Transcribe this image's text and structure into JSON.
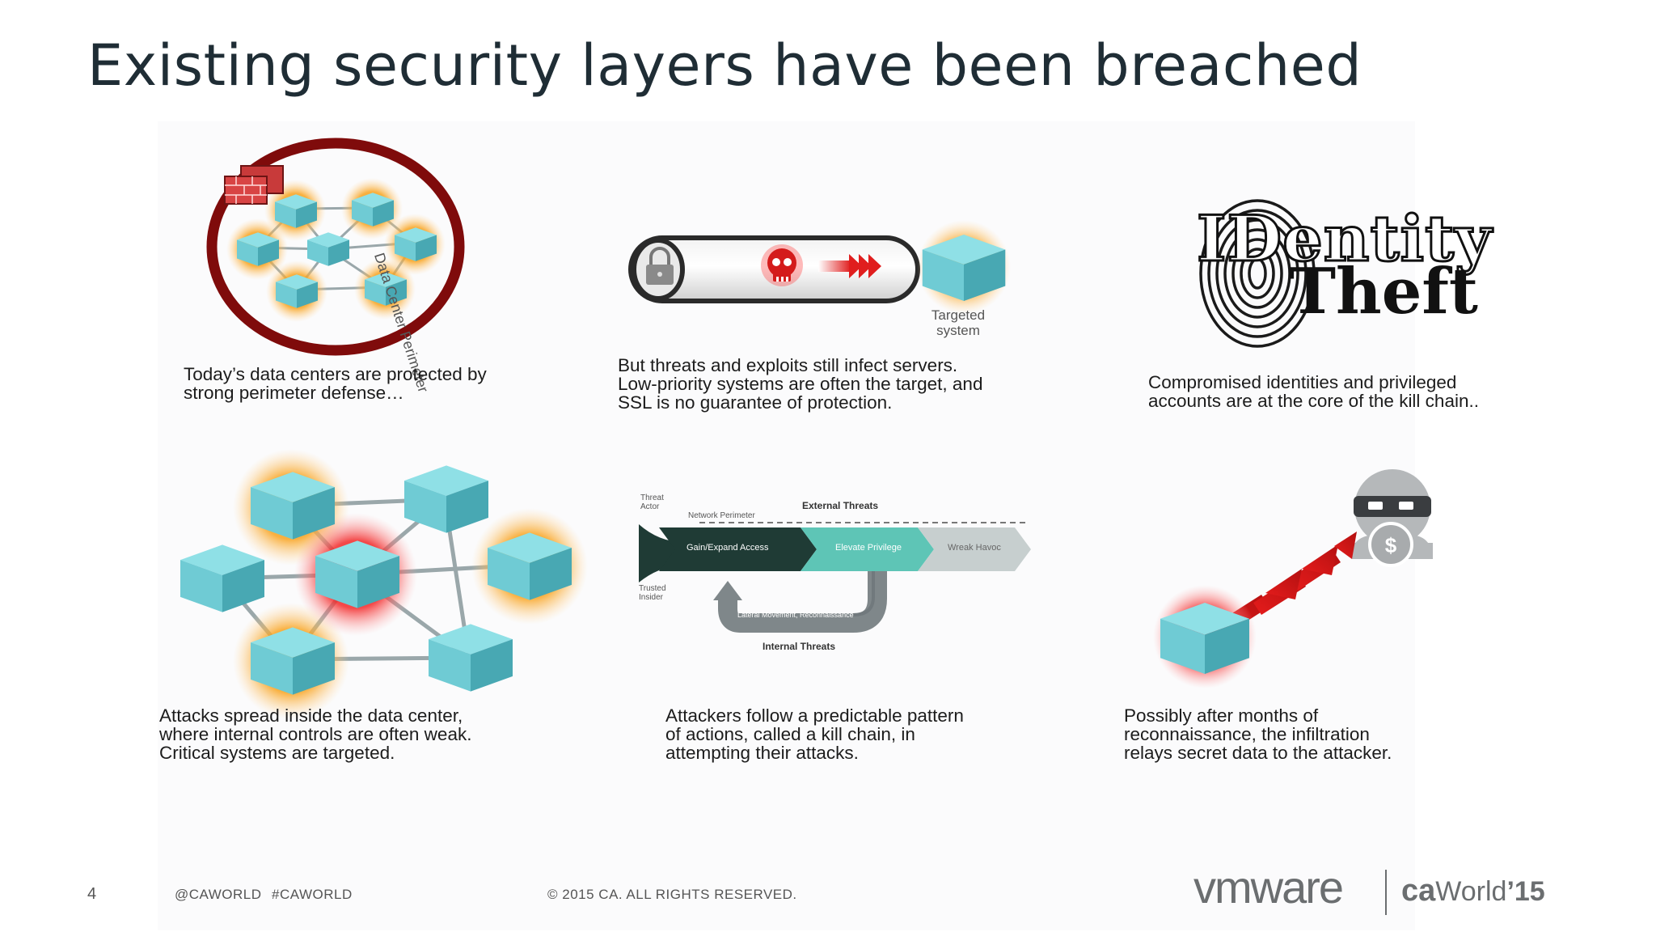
{
  "slide": {
    "title": "Existing security layers have been breached"
  },
  "panels": {
    "perimeter": {
      "caption": "Today’s data centers are protected by\nstrong perimeter defense…",
      "ring_label": "Data Center Perimeter"
    },
    "tunnel": {
      "caption": "But threats and exploits still infect servers.\nLow-priority systems are often the target, and\nSSL is no guarantee of protection.",
      "target_label_line1": "Targeted",
      "target_label_line2": "system"
    },
    "identity": {
      "caption": "Compromised identities and privileged\naccounts are at the core of the kill chain..",
      "logo_word1": "IDentity",
      "logo_word2": "Theft"
    },
    "spread": {
      "caption": "Attacks spread inside the data center,\nwhere internal controls are often weak.\nCritical systems are targeted."
    },
    "killchain": {
      "caption": "Attackers follow a predictable pattern\nof actions, called a kill chain, in\nattempting their attacks.",
      "threat_actor_1": "Threat",
      "threat_actor_2": "Actor",
      "network_perimeter": "Network Perimeter",
      "external_threats": "External Threats",
      "step1": "Gain/Expand Access",
      "step2": "Elevate Privilege",
      "step3": "Wreak Havoc",
      "trusted_1": "Trusted",
      "trusted_2": "Insider",
      "loop_label": "Lateral Movement, Reconnaissance",
      "internal_threats": "Internal Threats"
    },
    "exfil": {
      "caption": "Possibly after months of\nreconnaissance, the infiltration\nrelays secret data to the attacker.",
      "money_symbol": "$"
    }
  },
  "footer": {
    "page_number": "4",
    "handle": "@CAWORLD",
    "hashtag": "#CAWORLD",
    "copyright": "© 2015 CA. ALL RIGHTS RESERVED.",
    "vmware_logo": "vmware",
    "ca_logo": "ca",
    "caworld_logo": "World",
    "year_logo": "’15"
  },
  "colors": {
    "title": "#1f2d35",
    "cube_top": "#8fe0e6",
    "cube_left": "#6cc9d2",
    "cube_right": "#4aaab5",
    "orange_glow": "#f6a32b",
    "red_glow": "#ee2a2a",
    "perimeter_ring": "#8b0a0a",
    "chain_dark": "#1f3b35",
    "chain_teal": "#5ec5b6",
    "chain_grey": "#c7cfcf"
  }
}
